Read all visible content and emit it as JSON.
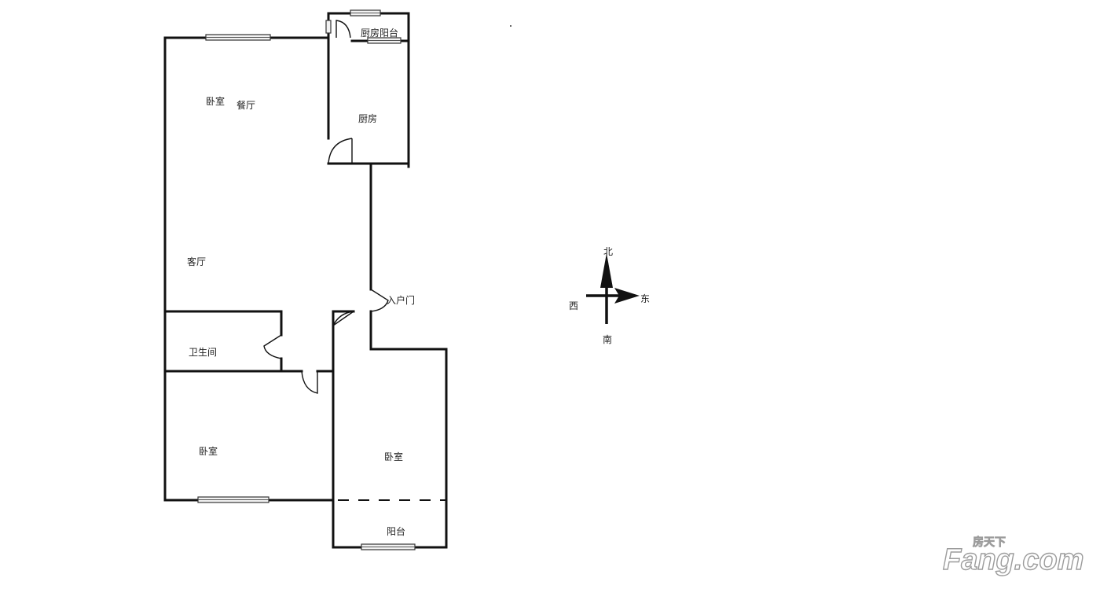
{
  "rooms": {
    "kitchen_balcony": "厨房阳台",
    "bedroom_top": "卧室",
    "dining": "餐厅",
    "kitchen": "厨房",
    "living": "客厅",
    "entrance": "入户门",
    "bathroom": "卫生间",
    "bedroom_left": "卧室",
    "bedroom_right": "卧室",
    "balcony": "阳台"
  },
  "compass": {
    "north": "北",
    "south": "南",
    "east": "东",
    "west": "西"
  },
  "watermark": {
    "brand": "Fang.com",
    "brand_cn": "房天下"
  }
}
